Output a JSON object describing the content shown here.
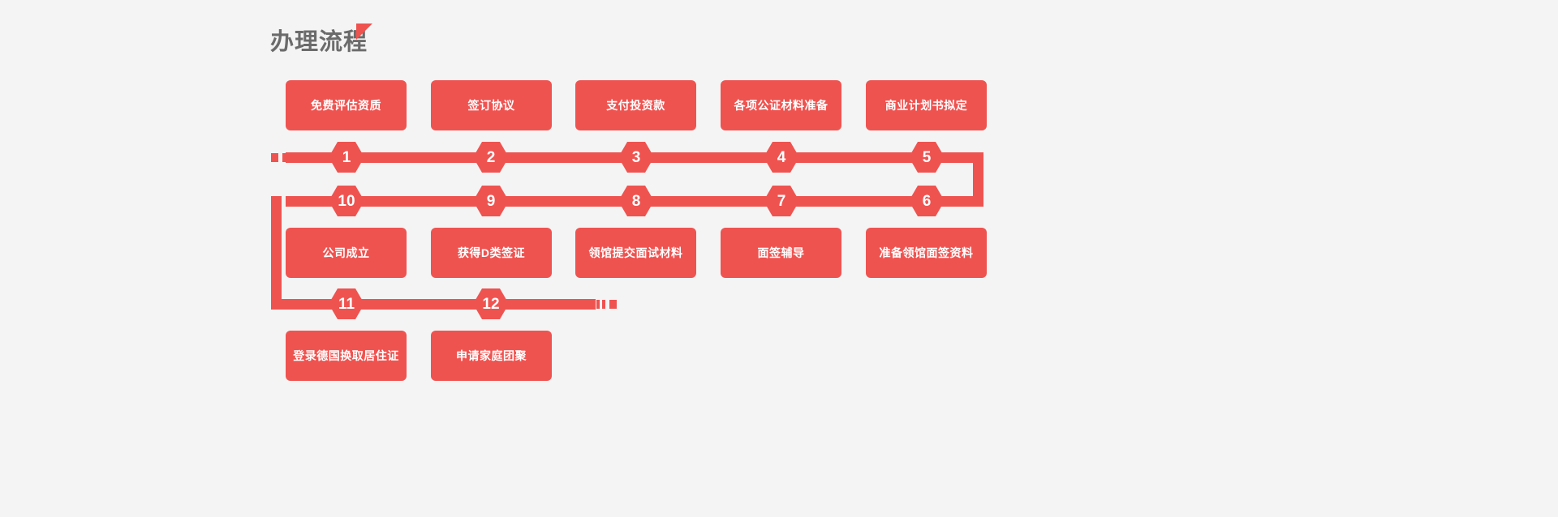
{
  "page": {
    "background": "#f4f4f4",
    "accent_color": "#ef5350",
    "title_color": "#6b6b6b"
  },
  "header": {
    "title": "办理流程",
    "decoration_icon": "triangle-accent-icon"
  },
  "flow": {
    "rows": [
      {
        "id": "row-1",
        "boxes": [
          {
            "label": "免费评估资质"
          },
          {
            "label": "签订协议"
          },
          {
            "label": "支付投资款"
          },
          {
            "label": "各项公证材料准备"
          },
          {
            "label": "商业计划书拟定"
          }
        ]
      },
      {
        "id": "row-2",
        "boxes": [
          {
            "label": "公司成立"
          },
          {
            "label": "获得D类签证"
          },
          {
            "label": "领馆提交面试材料"
          },
          {
            "label": "面签辅导"
          },
          {
            "label": "准备领馆面签资料"
          }
        ]
      },
      {
        "id": "row-3",
        "boxes": [
          {
            "label": "登录德国换取居住证"
          },
          {
            "label": "申请家庭团聚"
          }
        ]
      }
    ],
    "steps_line_1": [
      "1",
      "2",
      "3",
      "4",
      "5"
    ],
    "steps_line_2": [
      "10",
      "9",
      "8",
      "7",
      "6"
    ],
    "steps_line_3": [
      "11",
      "12"
    ],
    "start_cap_icon": "line-start-dashes-icon",
    "end_cap_icon": "line-end-dashes-icon"
  }
}
